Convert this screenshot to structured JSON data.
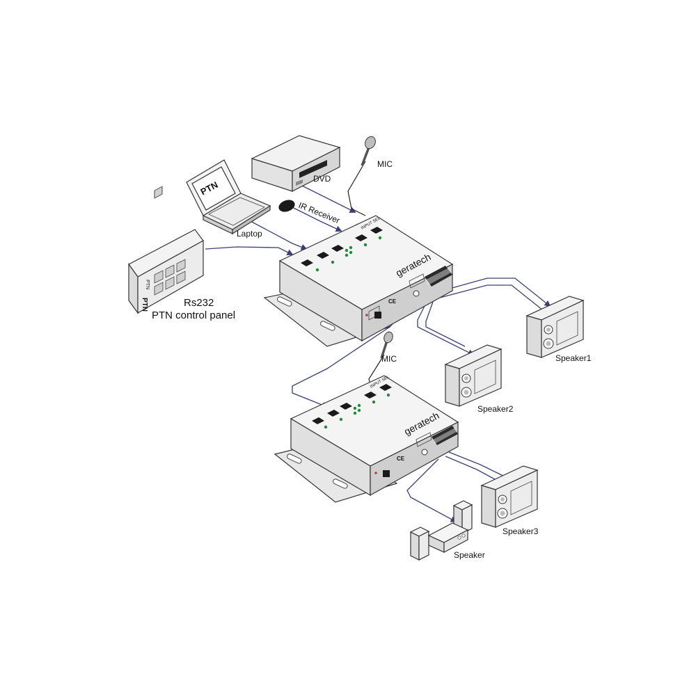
{
  "labels": {
    "mic_top": "MIC",
    "dvd": "DVD",
    "ir_receiver": "IR Receiver",
    "laptop": "Laptop",
    "laptop_screen": "PTN",
    "rs232": "Rs232",
    "control_panel": "PTN control panel",
    "panel_text_1": "PTN",
    "panel_text_2": "PTN",
    "mic_bottom": "MIC",
    "speaker1": "Speaker1",
    "speaker2": "Speaker2",
    "speaker3": "Speaker3",
    "speaker": "Speaker",
    "brand_top": "geratech",
    "brand_bottom": "geratech",
    "ce_mark": "CE",
    "ce_mark_2": "CE",
    "input_label": "INPUT SEL",
    "input_label_2": "INPUT SEL"
  },
  "colors": {
    "cable": "#3a3f7a",
    "device_body": "#e6e6e6",
    "device_top": "#f3f3f3",
    "led": "#1f8a3a",
    "outline": "#333333"
  }
}
